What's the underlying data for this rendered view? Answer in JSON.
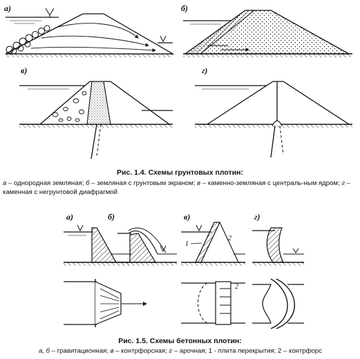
{
  "fig14": {
    "labels": [
      "а)",
      "б)",
      "в)",
      "г)"
    ],
    "caption": "Рис. 1.4. Схемы грунтовых плотин:",
    "legend": [
      {
        "key": "а",
        "text": " – однородная земляная; "
      },
      {
        "key": "б",
        "text": " – земляная с грунтовым экраном; "
      },
      {
        "key": "в",
        "text": " – каменно-земляная с централь-ным ядром; "
      },
      {
        "key": "г",
        "text": " – каменная с негрунтовой диафрагмой"
      }
    ]
  },
  "fig15": {
    "labels": [
      "а)",
      "б)",
      "в)",
      "г)"
    ],
    "element_numbers": [
      "1",
      "2",
      "2"
    ],
    "caption": "Рис. 1.5. Схемы бетонных плотин:",
    "legend": [
      {
        "key": "а, б",
        "text": " – гравитационная; "
      },
      {
        "key": "в",
        "text": " – контрфорсная; "
      },
      {
        "key": "г",
        "text": " – арочная; 1 - плита перекрытия; 2 – контрфорс"
      }
    ]
  }
}
